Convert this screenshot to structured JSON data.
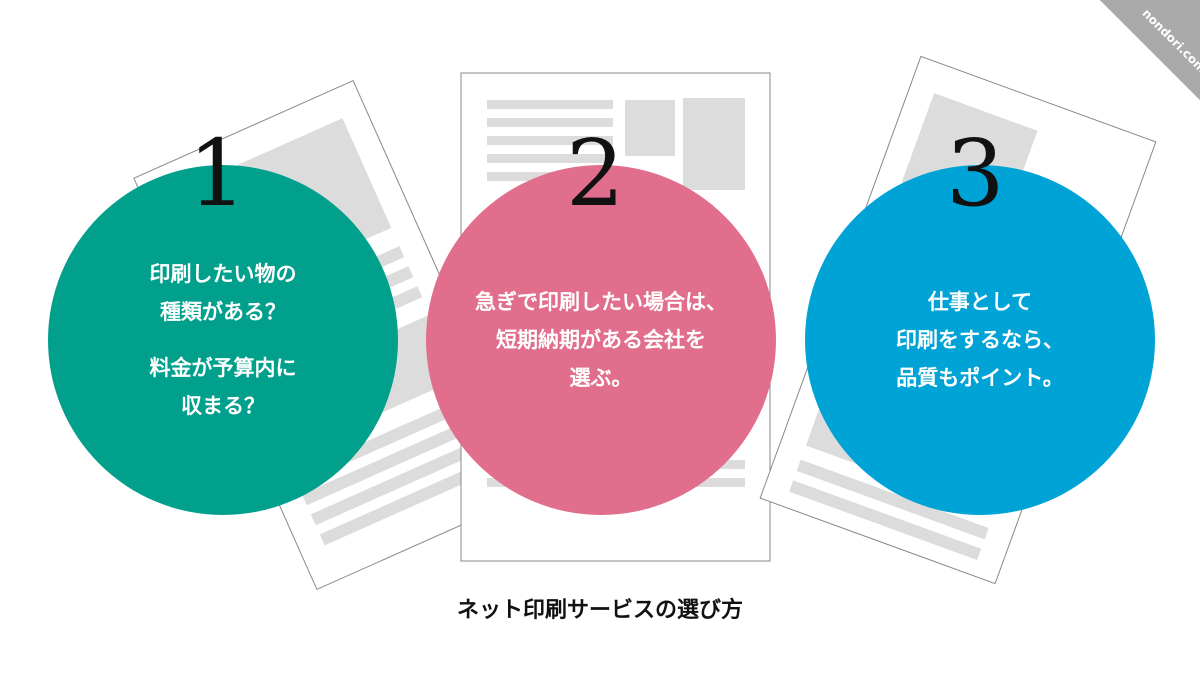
{
  "watermark": "nondori.com",
  "steps": [
    {
      "number": "1",
      "color": "#00a08c",
      "lines_a": [
        "印刷したい物の",
        "種類がある？"
      ],
      "lines_b": [
        "料金が予算内に",
        "収まる？"
      ]
    },
    {
      "number": "2",
      "color": "#e26e8e",
      "lines_a": [
        "急ぎで印刷したい場合は、",
        "短期納期がある会社を",
        "選ぶ。"
      ]
    },
    {
      "number": "3",
      "color": "#00a3d6",
      "lines_a": [
        "仕事として",
        "印刷をするなら、",
        "品質もポイント。"
      ]
    }
  ],
  "caption": "ネット印刷サービスの選び方"
}
